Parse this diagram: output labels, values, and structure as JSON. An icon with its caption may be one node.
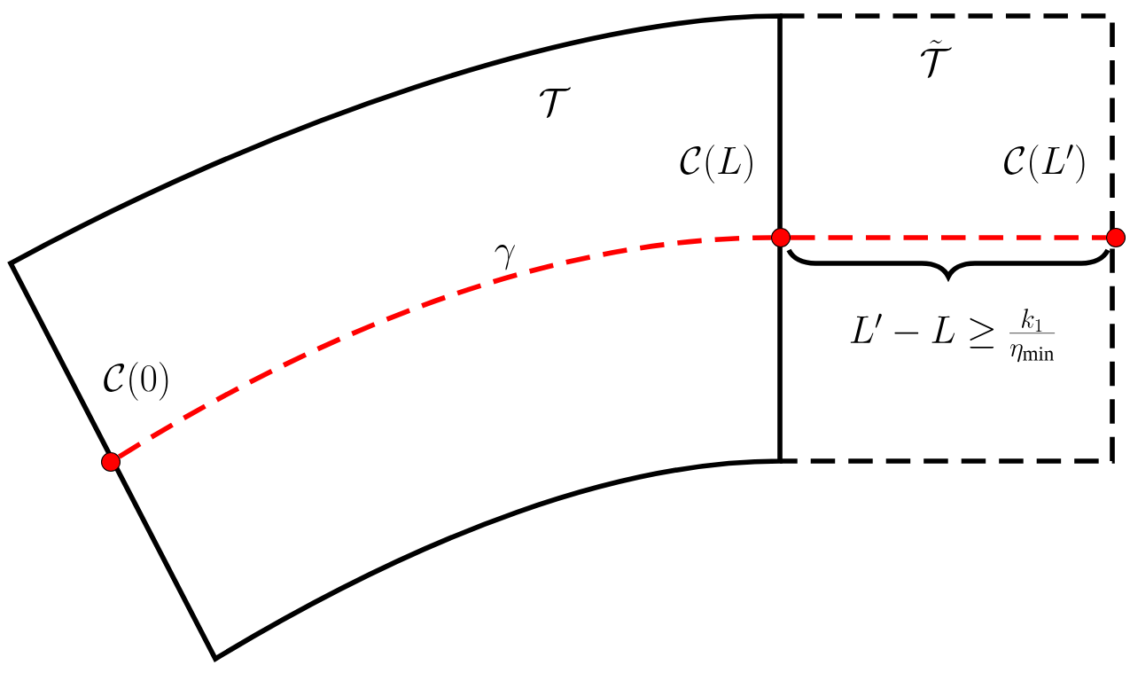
{
  "diagram": {
    "nodes": [
      {
        "text": [],
        "shape": "circle",
        "beside": [
          "\\mathcal{C}(0)"
        ]
      },
      {
        "text": [],
        "shape": "circle",
        "beside": [
          "\\mathcal{C}(L)"
        ]
      },
      {
        "text": [],
        "shape": "circle",
        "beside": [
          "\\mathcal{C}(L')"
        ]
      }
    ],
    "edges": [
      {
        "from": 0,
        "to": 1,
        "arrow": "none",
        "label": "\\gamma",
        "style": "dashed",
        "color": "#ff0000"
      },
      {
        "from": 1,
        "to": 2,
        "arrow": "none",
        "style": "dashed",
        "color": "#ff0000"
      }
    ],
    "labels": [
      "\\tilde{\\mathcal{T}}",
      "\\mathcal{T}",
      "L' - L \\geq \\frac{k_1}{\\eta_{\\min}}"
    ]
  }
}
